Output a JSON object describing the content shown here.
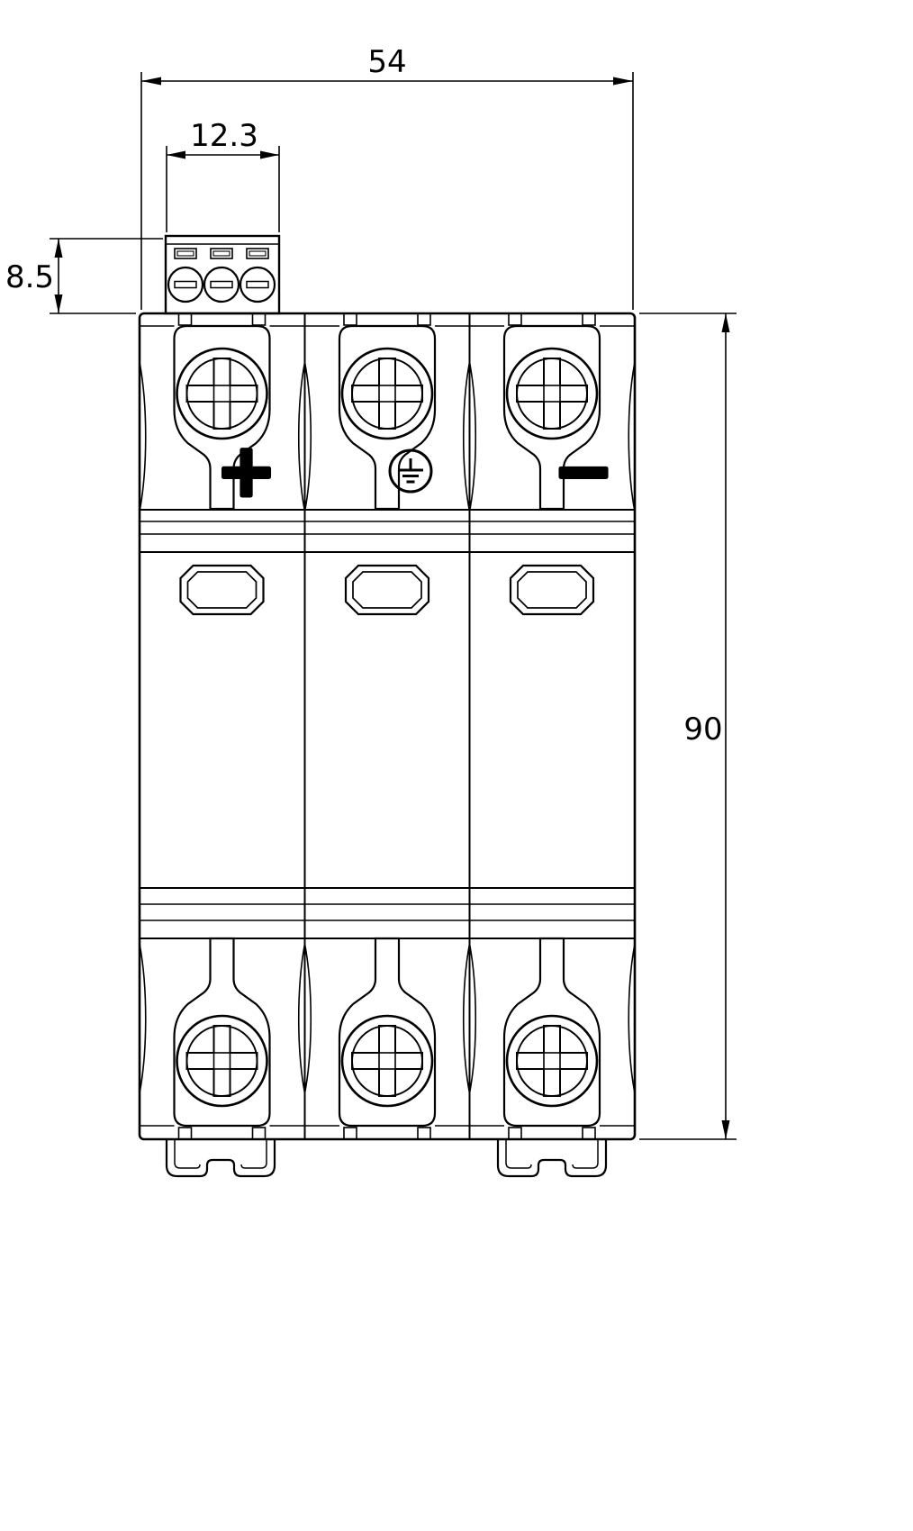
{
  "colors": {
    "line": "#000000",
    "background": "#ffffff"
  },
  "dimensions": {
    "overall_width": "54",
    "terminal_block_width": "12.3",
    "terminal_block_height": "8.5",
    "body_height": "90"
  },
  "markings": {
    "positive": "+",
    "negative": "−"
  },
  "icons": {
    "terminal_screw": "phillips-screw-icon",
    "block_screw": "slotted-screw-icon",
    "earth": "earth-ground-icon"
  }
}
